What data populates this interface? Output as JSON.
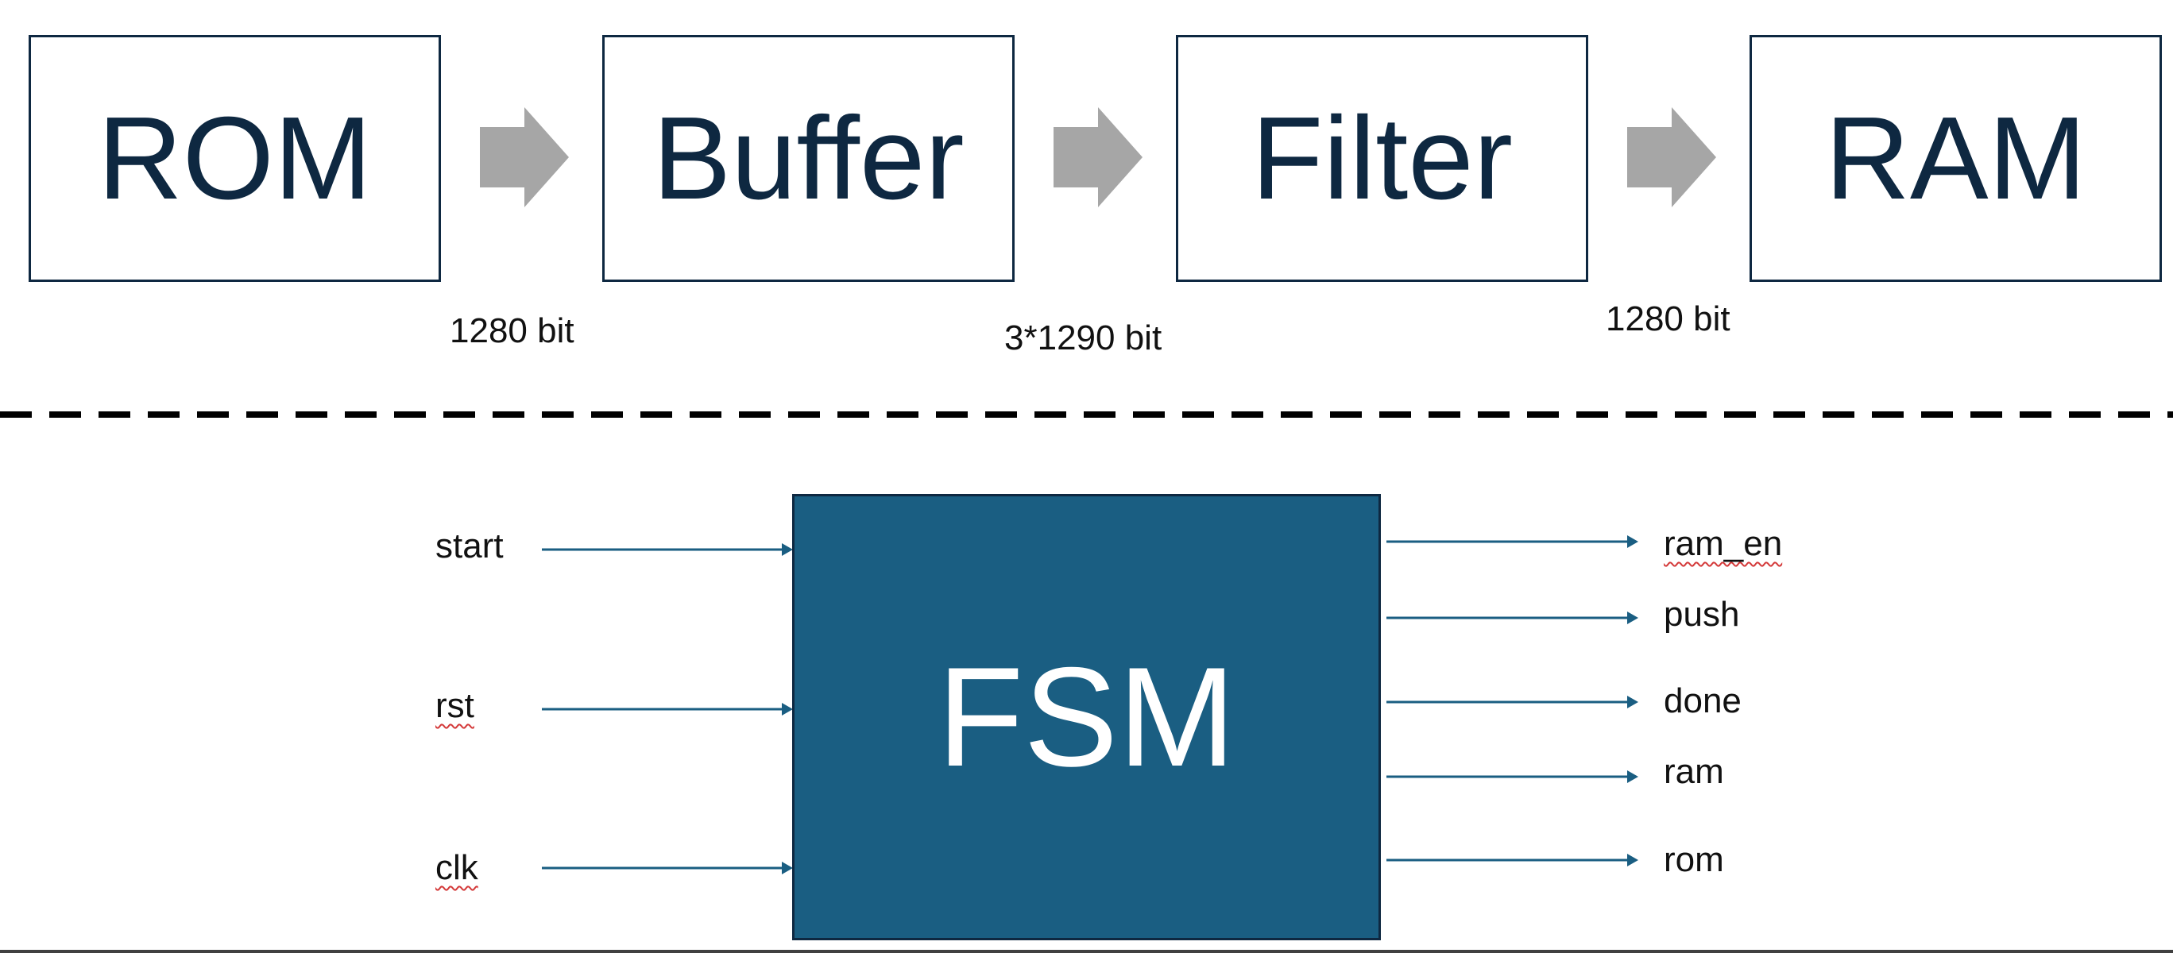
{
  "pipeline": {
    "blocks": [
      {
        "label": "ROM"
      },
      {
        "label": "Buffer"
      },
      {
        "label": "Filter"
      },
      {
        "label": "RAM"
      }
    ],
    "widths": [
      {
        "label": "1280 bit"
      },
      {
        "label": "3*1290 bit"
      },
      {
        "label": "1280 bit"
      }
    ]
  },
  "fsm": {
    "label": "FSM",
    "inputs": [
      "start",
      "rst",
      "clk"
    ],
    "outputs": [
      "ram_en",
      "push",
      "done",
      "ram",
      "rom"
    ]
  },
  "colors": {
    "block_border": "#0e2841",
    "block_text": "#0e2841",
    "arrow_fill": "#a6a6a6",
    "fsm_fill": "#1a5e82",
    "signal_line": "#1a5e82",
    "divider": "#000000"
  }
}
